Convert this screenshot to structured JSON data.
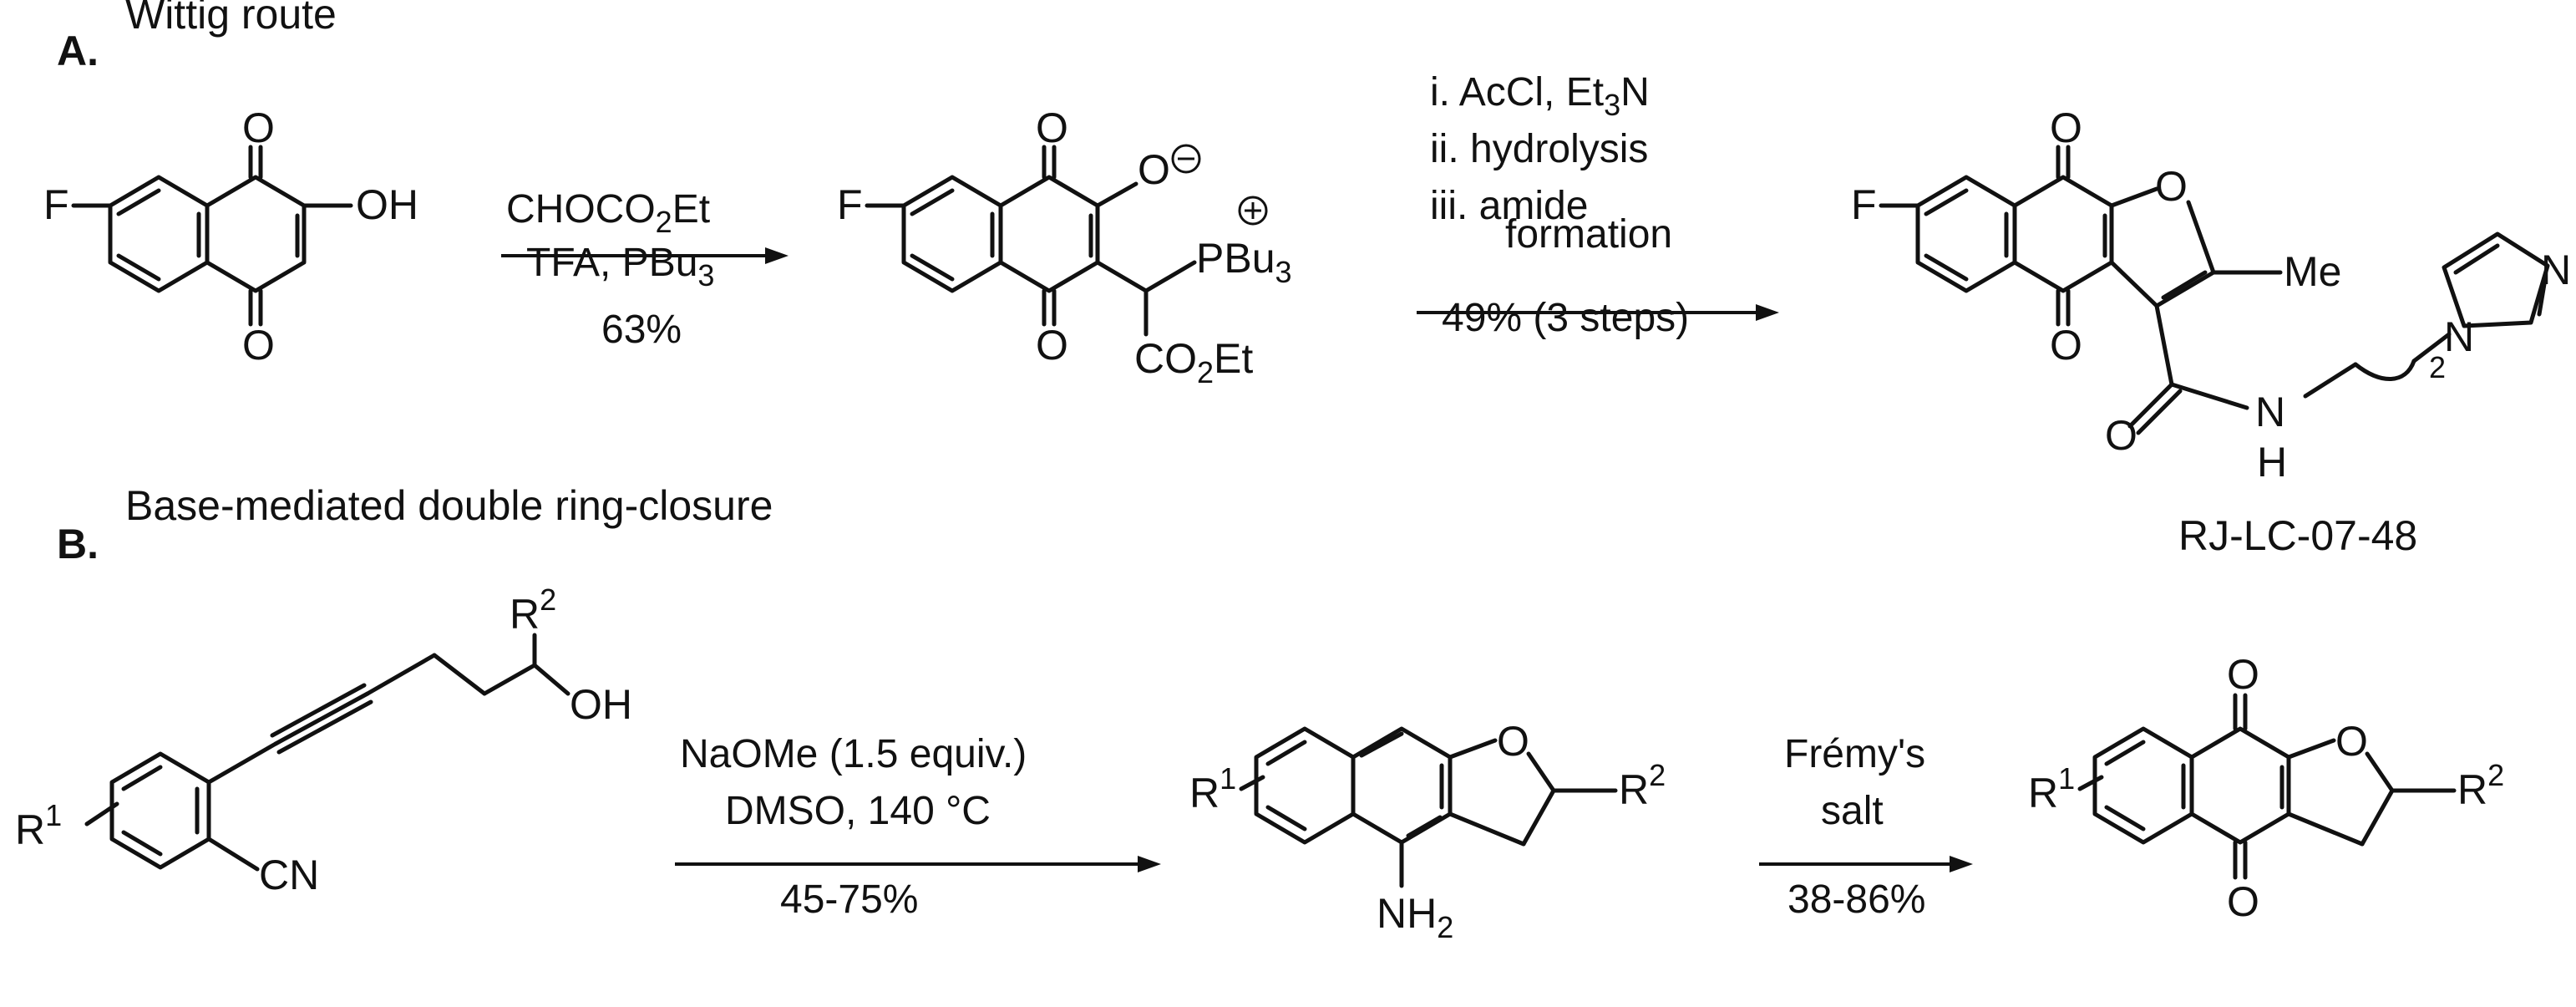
{
  "sections": {
    "A": {
      "label": "A.",
      "title": "Wittig route",
      "step1": {
        "reagent_main": "CHOCO",
        "reagent_sub": "2",
        "reagent_tail": "Et",
        "line2_main": "TFA, PBu",
        "line2_sub": "3",
        "yield": "63%"
      },
      "step2": {
        "line1_main": "i. AcCl, Et",
        "line1_sub": "3",
        "line1_tail": "N",
        "line2": "ii. hydrolysis",
        "line3a": "iii. amide",
        "line3b": "formation",
        "yield": "49% (3 steps)"
      },
      "product_label": "RJ-LC-07-48"
    },
    "B": {
      "label": "B.",
      "title": "Base-mediated double ring-closure",
      "step1": {
        "line1": "NaOMe (1.5 equiv.)",
        "line2": "DMSO, 140 °C",
        "yield": "45-75%"
      },
      "step2": {
        "line1": "Frémy's",
        "line2": "salt",
        "yield": "38-86%"
      }
    }
  },
  "atoms": {
    "F": "F",
    "O": "O",
    "OH": "OH",
    "N": "N",
    "H": "H",
    "Me": "Me",
    "CN": "CN",
    "R": "R",
    "one": "1",
    "two": "2",
    "NH": "NH",
    "CO": "CO",
    "Et": "Et",
    "PBu": "PBu",
    "three": "3",
    "minus": "−",
    "plus": "+"
  }
}
